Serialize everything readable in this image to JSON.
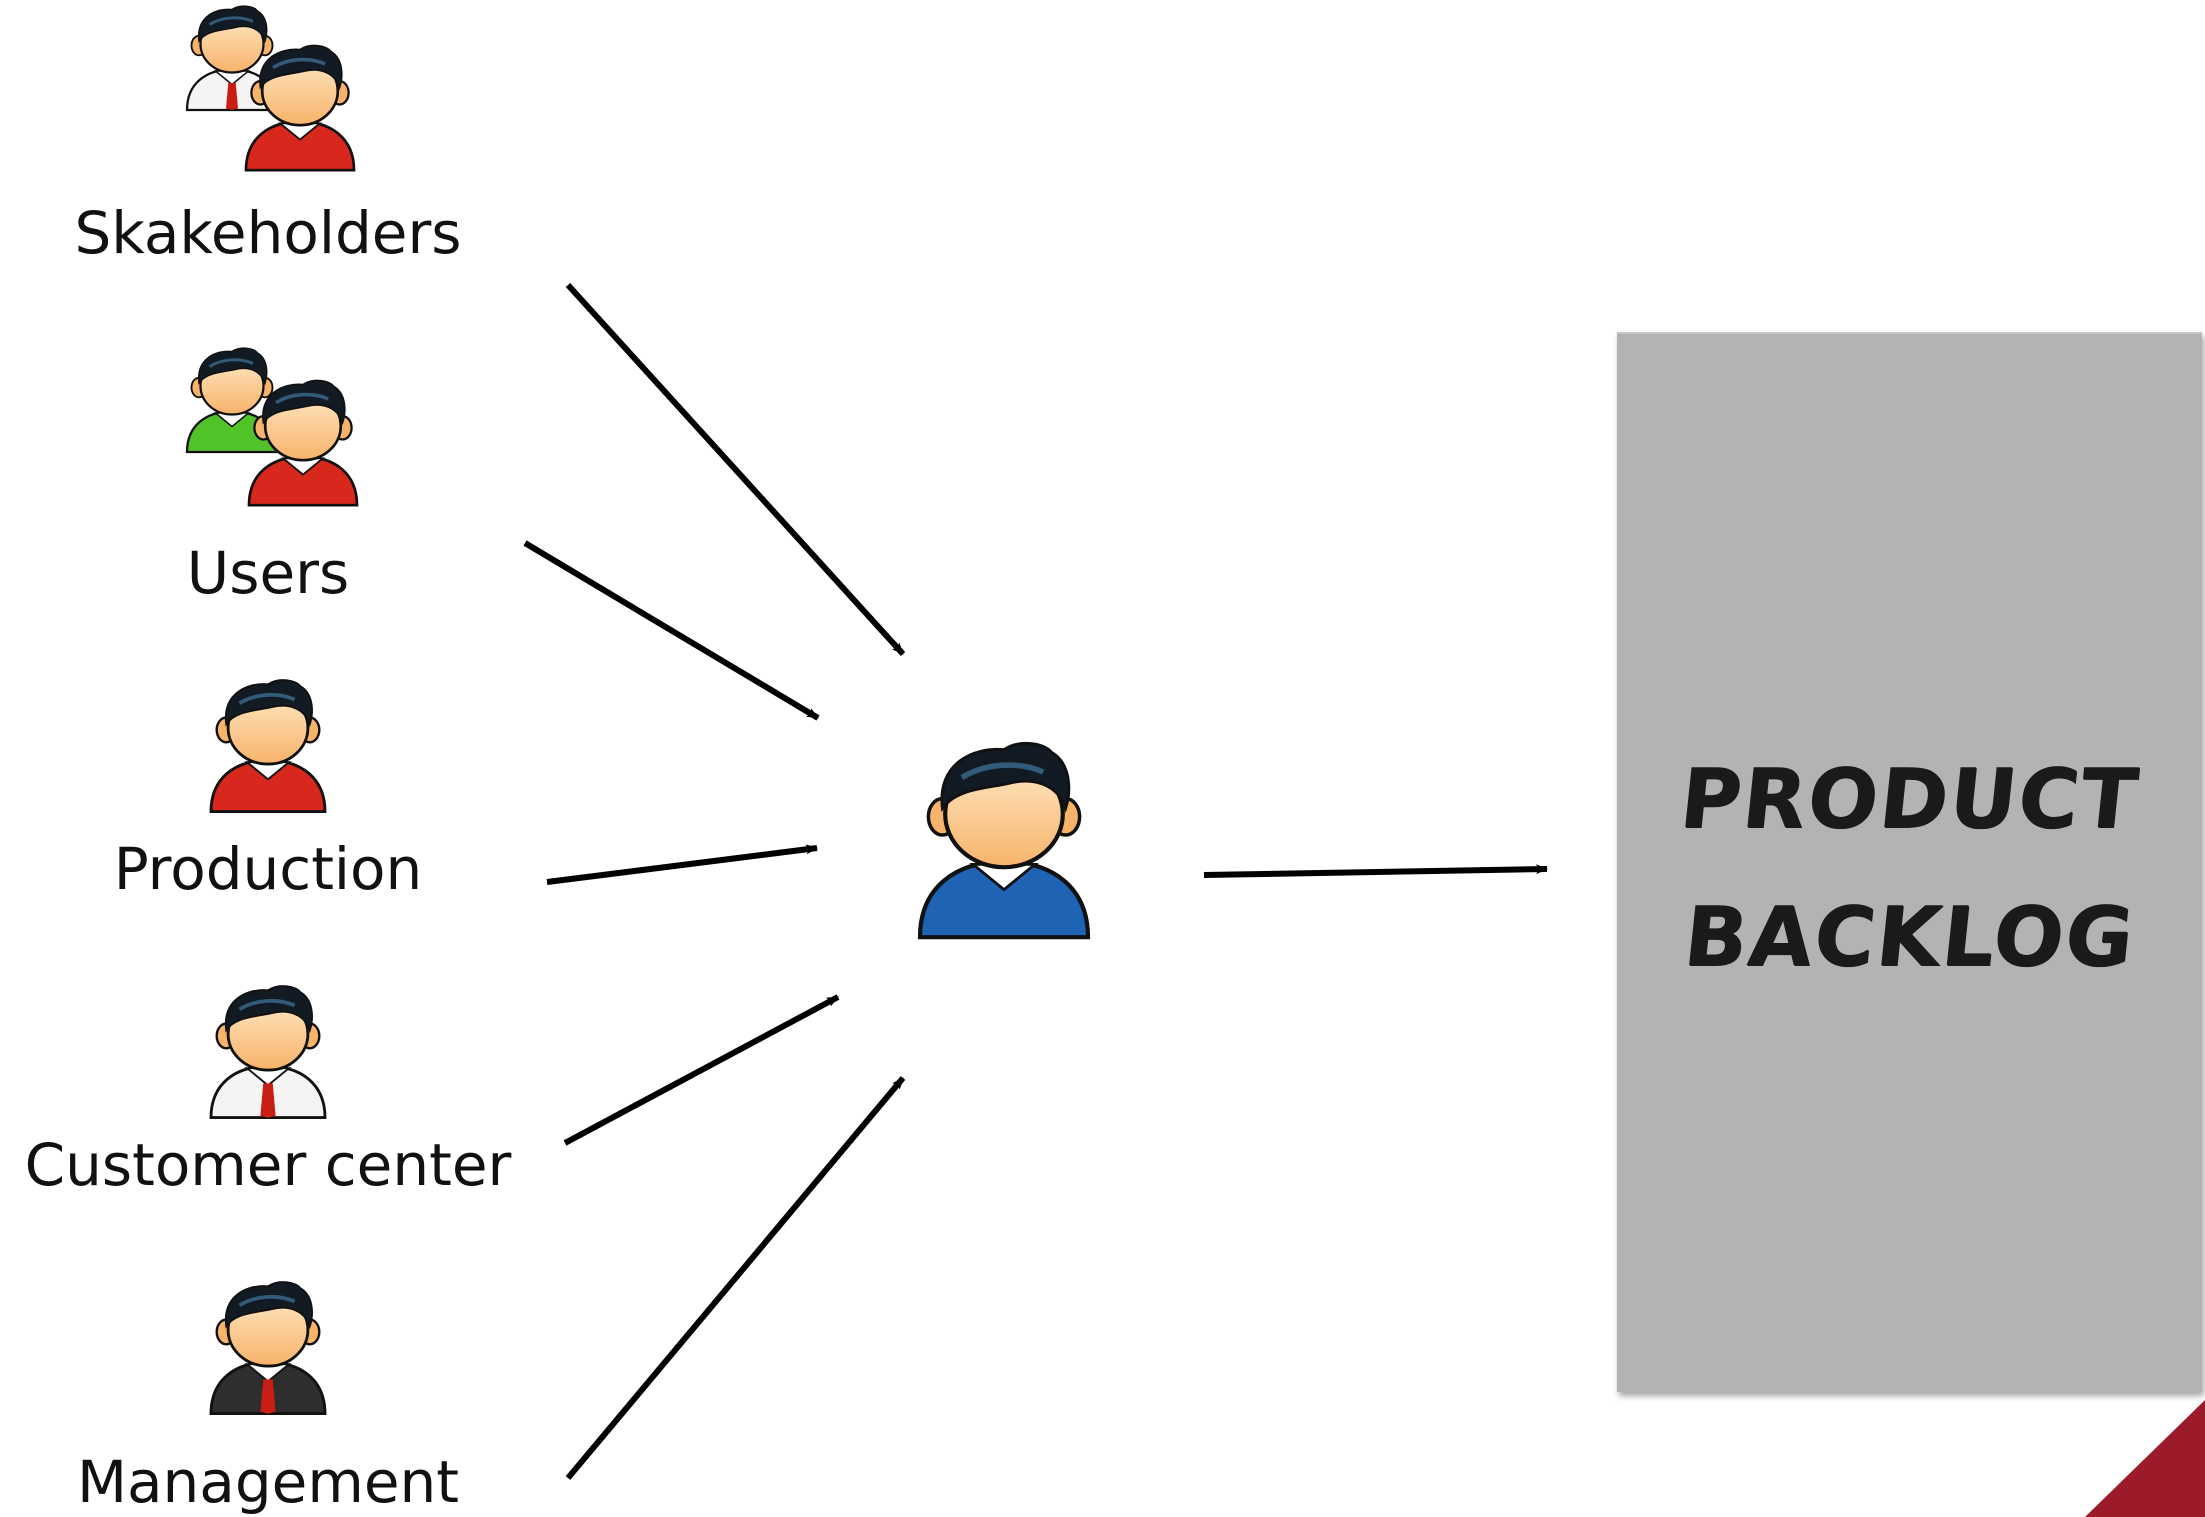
{
  "sources": [
    {
      "label": "Skakeholders",
      "icon": "two-people-icon",
      "shirts": [
        "#f4f4f4",
        "#d8271c"
      ],
      "ties": [
        "#c81e14",
        null
      ]
    },
    {
      "label": "Users",
      "icon": "two-people-icon",
      "shirts": [
        "#52c22b",
        "#d8271c"
      ],
      "ties": [
        null,
        null
      ]
    },
    {
      "label": "Production",
      "icon": "person-icon",
      "shirts": [
        "#d8271c"
      ],
      "ties": [
        null
      ]
    },
    {
      "label": "Customer center",
      "icon": "person-icon",
      "shirts": [
        "#f4f4f4"
      ],
      "ties": [
        "#c81e14"
      ]
    },
    {
      "label": "Management",
      "icon": "person-icon",
      "shirts": [
        "#2e2e2e"
      ],
      "ties": [
        "#c81e14"
      ]
    }
  ],
  "product_owner": {
    "icon": "person-icon",
    "shirt": "#1f63b5"
  },
  "backlog": {
    "line1": "PRODUCT",
    "line2": "BACKLOG",
    "card_color": "#b3b3b3"
  },
  "accent_color": "#9b1b2a"
}
